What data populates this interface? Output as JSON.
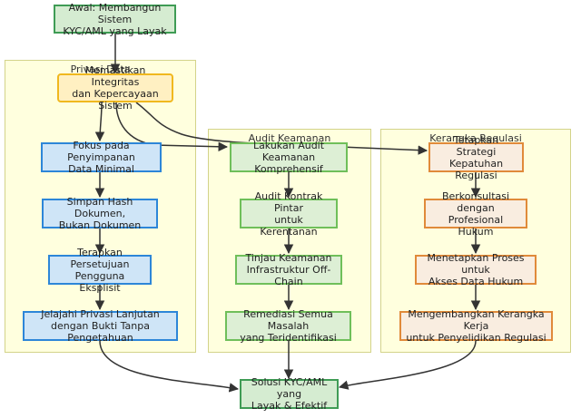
{
  "clusters": {
    "privasi": {
      "title": "Privasi Data"
    },
    "audit": {
      "title": "Audit Keamanan"
    },
    "regulasi": {
      "title": "Kerangka Regulasi"
    }
  },
  "nodes": {
    "start": "Awal: Membangun Sistem\nKYC/AML yang Layak",
    "integritas": "Memastikan Integritas\ndan Kepercayaan Sistem",
    "fokus": "Fokus pada Penyimpanan\nData Minimal",
    "hash": "Simpan Hash Dokumen,\nBukan Dokumen",
    "persetujuan": "Terapkan Persetujuan\nPengguna Eksplisit",
    "zk": "Jelajahi Privasi Lanjutan\ndengan Bukti Tanpa Pengetahuan",
    "audit": "Lakukan Audit\nKeamanan Komprehensif",
    "kontrak": "Audit Kontrak Pintar\nuntuk Kerentanan",
    "offchain": "Tinjau Keamanan\nInfrastruktur Off-Chain",
    "remediasi": "Remediasi Semua Masalah\nyang Teridentifikasi",
    "strategi": "Tetapkan Strategi\nKepatuhan Regulasi",
    "konsultasi": "Berkonsultasi dengan\nProfesional Hukum",
    "akses": "Menetapkan Proses untuk\nAkses Data Hukum",
    "penyelidikan": "Mengembangkan Kerangka Kerja\nuntuk Penyelidikan Regulasi",
    "end": "Solusi KYC/AML yang\nLayak & Efektif"
  },
  "colors": {
    "edge": "#333333",
    "cluster_fill": "#ffffde",
    "cluster_border": "#d3d38a"
  }
}
